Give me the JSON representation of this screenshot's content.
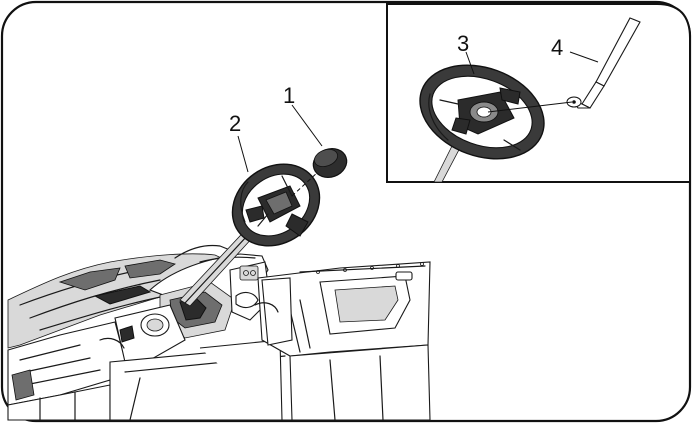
{
  "callouts": {
    "c1": "1",
    "c2": "2",
    "c3": "3",
    "c4": "4"
  },
  "parts": {
    "c1": "steering-wheel-cap",
    "c2": "steering-wheel",
    "c3": "steering-wheel-detail",
    "c4": "wrench-tool"
  }
}
